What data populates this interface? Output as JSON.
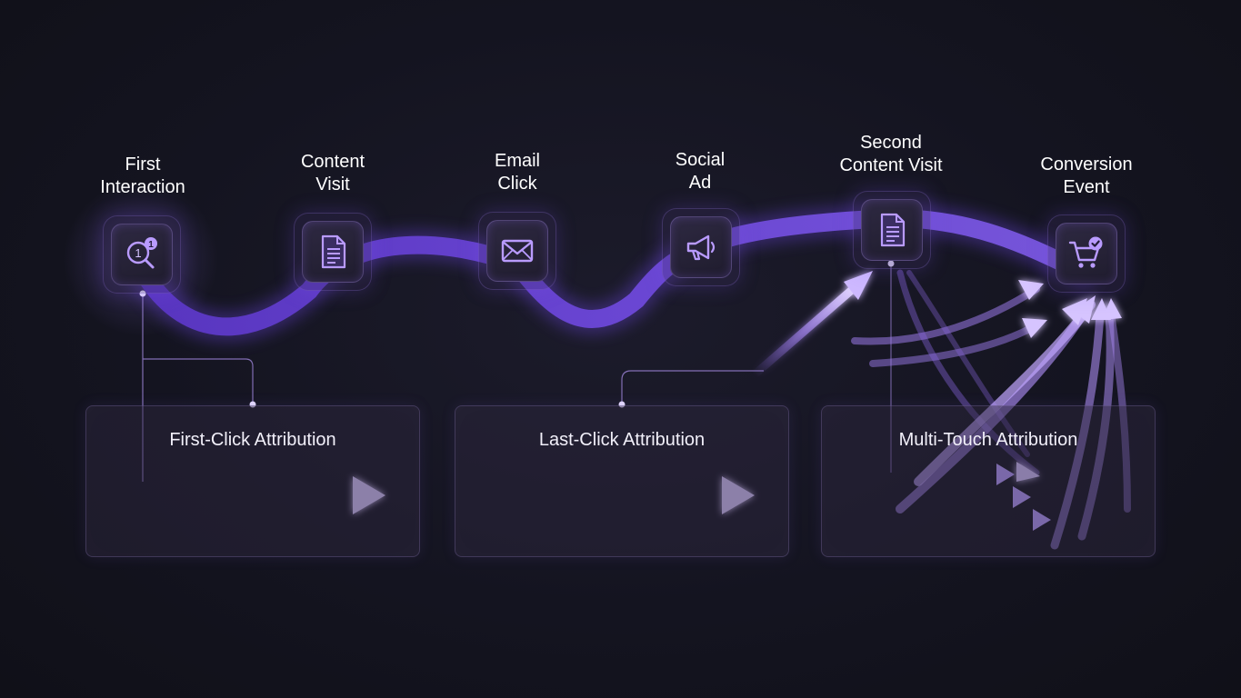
{
  "diagram": {
    "nodes": [
      {
        "id": "first-interaction",
        "label": "First\nInteraction",
        "icon": "clock-search-icon"
      },
      {
        "id": "content-visit",
        "label": "Content\nVisit",
        "icon": "document-icon"
      },
      {
        "id": "email-click",
        "label": "Email\nClick",
        "icon": "envelope-icon"
      },
      {
        "id": "social-ad",
        "label": "Social\nAd",
        "icon": "megaphone-icon"
      },
      {
        "id": "second-content-visit",
        "label": "Second\nContent Visit",
        "icon": "document-icon"
      },
      {
        "id": "conversion-event",
        "label": "Conversion\nEvent",
        "icon": "cart-check-icon"
      }
    ],
    "panels": [
      {
        "id": "first-click",
        "title": "First-Click Attribution"
      },
      {
        "id": "last-click",
        "title": "Last-Click Attribution"
      },
      {
        "id": "multi-touch",
        "title": "Multi-Touch Attribution"
      }
    ]
  },
  "colors": {
    "background": "#141420",
    "path": "#6b45d8",
    "accent": "#b79cff",
    "text": "#ffffff"
  }
}
